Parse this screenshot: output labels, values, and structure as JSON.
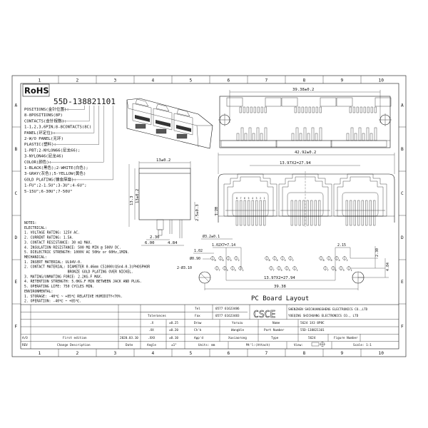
{
  "frame": {
    "columns": [
      "1",
      "2",
      "3",
      "4",
      "5",
      "6",
      "7",
      "8",
      "9",
      "10"
    ],
    "rows": [
      "A",
      "B",
      "C",
      "D",
      "E",
      "F"
    ]
  },
  "rohs": "RoHS",
  "part_number": "55D-138821101",
  "config": [
    "POSITIONS(金针位置):",
    "8-8POSITIONS(8P)",
    "CONTACTS(金针根数):",
    "1-1,2,3,6PIN;8-8CONTACTS(8C)",
    "PANEL(环定位):",
    "2-W/O PANEL(无环)",
    "PLASTIC(塑料):",
    "1-PBT;2-NYLON66(尼龙66);",
    "3-NYLON46(尼龙46)",
    "COLOR(颜色):",
    "1-BLACK(黑色);2-WHITE(白色);",
    "3-GRAY(灰色);5-YELLOW(黄色)",
    "GOLD PLATING(镀金厚度):",
    "1-FU\";2-1.5U\";3-3U\";4-6U\";",
    "5-15U\";6-30U\";7-50U\""
  ],
  "notes": [
    "NOTES:",
    "ELECTRICAL:",
    "1. VOLTAGE RATING: 125V AC.",
    "2. CURRENT RATING: 1.5A.",
    "3. CONTACT RESISTANCE: 30 mΩ MAX.",
    "4. INSULATION RESISTANCE: 500 MΩ MIN @ 500V DC.",
    "5. DIELECTRIC STRENGTH: 1000V AC 50Hz or 60Hz,1MIN.",
    "MECHANICAL:",
    "1. INSERT MATERIAL: UL94V-0.",
    "2. CONTACT MATERIAL: DIAMETER 0.46mm C51000(QSn4-0.3)PHOSPHOR",
    "                     BRONZE GOLD PLATING OVER NICKEL.",
    "3. MATING/UNMATING FORCE: 2.2KG.F MAX.",
    "4. RETENTION STRENGTH: 5.0KG.F MIN BETWEEN JACK AND PLUG.",
    "5. OPERATING LIFE: 750 CYCLES MIN.",
    "ENVIRONMENTAL:",
    "1. STORAGE: -40℃ ~ +85℃ RELATIVE HUMIDITY<70%.",
    "2. OPERATION: -40℃ ~ +85℃."
  ],
  "views": {
    "side": {
      "width": "13±0.2",
      "height": "13±0.2",
      "overall_height": "13.3",
      "standoff": "2.5±0.3",
      "d1": "2.30",
      "d2": "6.00",
      "d3": "4.84"
    },
    "top": {
      "width": "39.38±0.2"
    },
    "front": {
      "width": "42.92±0.2",
      "pitch": "13.97X2=27.94",
      "h": "1.20",
      "hole": "Ø3.2±0.1",
      "pin_numbers": [
        "8",
        "7",
        "6",
        "5",
        "4",
        "3",
        "2",
        "1"
      ]
    },
    "pcb": {
      "title": "PC Board Layout",
      "pitch": "1.02X7=7.14",
      "p": "1.02",
      "pin_dia": "Ø0.90",
      "holes": "2-Ø3.10",
      "group_pitch": "13.97X2=27.94",
      "span": "39.38",
      "offset_x": "2.15",
      "row_gap": "2.30",
      "hole_offset": "4.84",
      "upper_pins": [
        "8",
        "6",
        "4",
        "2"
      ],
      "lower_pins": [
        "7",
        "5",
        "3",
        "1"
      ]
    }
  },
  "title_block": {
    "tolerances": "Tolerances",
    "tol": [
      {
        "k": ".X",
        "v": "±0.25"
      },
      {
        "k": ".XX",
        "v": "±0.20"
      },
      {
        "k": ".XXX",
        "v": "±0.10"
      },
      {
        "k": "Angle",
        "v": "±1°"
      }
    ],
    "revision": {
      "rev": "A/O",
      "desc": "First edition",
      "date": "2020.03.10"
    },
    "headers": {
      "rev": "REV",
      "desc": "Change Description",
      "date": "Date"
    },
    "tel_label": "Tel",
    "tel": "0577 61623486",
    "fax_label": "Fax",
    "fax": "0577 61623483",
    "logo": "CSCE",
    "company_1": "SHENZHEN SHICHUANGSHENG ELECTRONICS CO.,LTD",
    "company_2": "YUEQING SHICHUANG ELECTRONICS CO., LTD",
    "draw_label": "Draw",
    "draw": "Yoruzu",
    "check_label": "Ch'k",
    "check": "Wangble",
    "approve_label": "App'd",
    "approve": "Xuxiaorong",
    "name_label": "Name",
    "name": "5624 1X3 8P8C",
    "part_label": "Part Number",
    "part": "55D-138821101",
    "type_label": "Type",
    "type": "5624",
    "figure_label": "Figure Number",
    "units": "Units: mm",
    "material": "Mt'l:(Attach)",
    "view_label": "View:",
    "scale": "Scale: 1:1"
  }
}
